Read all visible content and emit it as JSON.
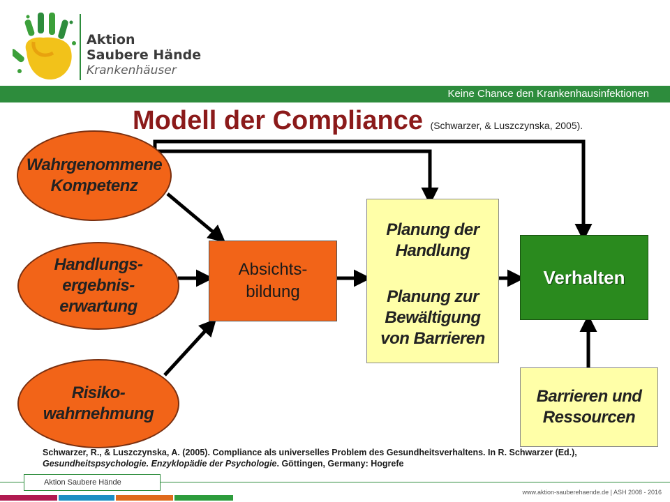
{
  "logo": {
    "line1": "Aktion",
    "line2": "Saubere Hände",
    "line3": "Krankenhäuser"
  },
  "header": {
    "tagline": "Keine Chance den Krankenhausinfektionen"
  },
  "title": {
    "main": "Modell der Compliance",
    "citation": "(Schwarzer, & Luszczynska, 2005)."
  },
  "nodes": {
    "wahrgenommene": {
      "line1": "Wahrgenommene",
      "line2": "Kompetenz"
    },
    "handlung": {
      "line1": "Handlungs-",
      "line2": "ergebnis-",
      "line3": "erwartung"
    },
    "risiko": {
      "line1": "Risiko-",
      "line2": "wahrnehmung"
    },
    "absicht": {
      "line1": "Absichts-",
      "line2": "bildung"
    },
    "planung_handlung": {
      "line1": "Planung der",
      "line2": "Handlung"
    },
    "planung_bewaeltigung": {
      "line1": "Planung zur",
      "line2": "Bewältigung",
      "line3": "von Barrieren"
    },
    "verhalten": {
      "label": "Verhalten"
    },
    "barrieren": {
      "line1": "Barrieren und",
      "line2": "Ressourcen"
    }
  },
  "reference": {
    "part1": "Schwarzer, R., & Luszczynska, A. (2005). Compliance als universelles Problem des Gesundheitsverhaltens. In R. Schwarzer (Ed.), ",
    "italic": "Gesundheitspsychologie. Enzyklopädie der Psychologie",
    "part2": ". Göttingen, Germany: Hogrefe"
  },
  "footer": {
    "label": "Aktion Saubere Hände",
    "url": "www.aktion-sauberehaende.de  |  ASH 2008 - 2016"
  },
  "colors": {
    "brand_green": "#2d8c3c",
    "node_orange": "#f26418",
    "box_yellow": "#ffffa8",
    "behavior_green": "#2a8a1e",
    "title_red": "#8b1a1a"
  }
}
